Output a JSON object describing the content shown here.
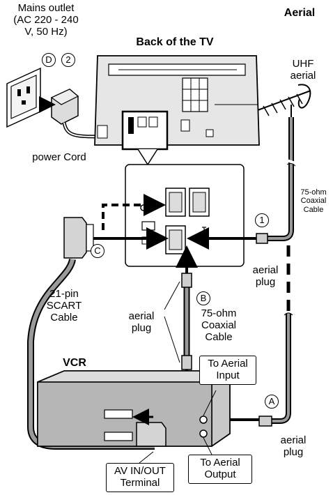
{
  "labels": {
    "mains_outlet": "Mains outlet\n(AC 220 - 240\nV, 50 Hz)",
    "aerial_title": "Aerial",
    "back_of_tv": "Back of the TV",
    "uhf_aerial": "UHF\naerial",
    "power_cord": "power Cord",
    "coax_small": "75-ohm\nCoaxial\nCable",
    "aerial_plug_right": "aerial\nplug",
    "scart_cable": "21-pin\nSCART\nCable",
    "aerial_plug_left": "aerial\nplug",
    "coax_large": "75-ohm\nCoaxial\nCable",
    "vcr": "VCR",
    "to_aerial_input": "To Aerial\nInput",
    "aerial_plug_bottom": "aerial\nplug",
    "av_in_out": "AV IN/OUT\nTerminal",
    "to_aerial_output": "To Aerial\nOutput"
  },
  "markers": {
    "d": "D",
    "two": "2",
    "one": "1",
    "c": "C",
    "b": "B",
    "a": "A"
  }
}
